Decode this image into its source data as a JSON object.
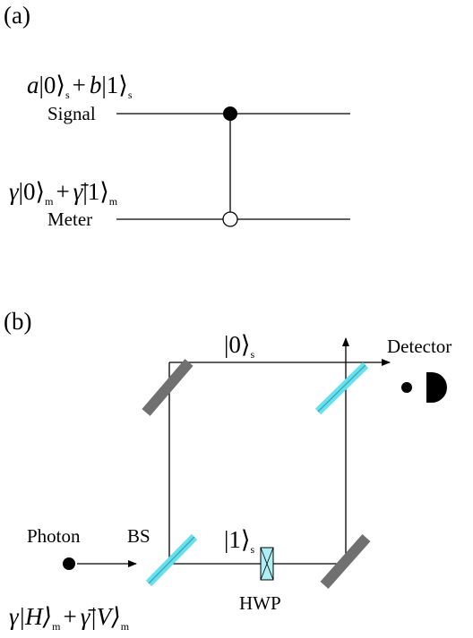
{
  "panel_a": {
    "label": "(a)",
    "signal_state": {
      "a": "a",
      "ket0": "|0⟩",
      "plus": "+",
      "b": "b",
      "ket1": "|1⟩",
      "sub": "s"
    },
    "signal_label": "Signal",
    "meter_state": {
      "gamma": "γ",
      "ket0": "|0⟩",
      "plus": "+",
      "gamma_bar": "γ̄",
      "ket1": "|1⟩",
      "sub": "m"
    },
    "meter_label": "Meter"
  },
  "panel_b": {
    "label": "(b)",
    "detector_label": "Detector",
    "upper_path": {
      "ket": "|0⟩",
      "sub": "s"
    },
    "lower_path": {
      "ket": "|1⟩",
      "sub": "s"
    },
    "source_label": "Photon",
    "bs_label": "BS",
    "hwp_label": "HWP",
    "input_state": {
      "gamma": "γ",
      "ketH": "|H⟩",
      "plus": "+",
      "gamma_bar": "γ̄",
      "ketV": "|V⟩",
      "sub": "m"
    }
  },
  "colors": {
    "beam_splitter": "#66e0ee",
    "mirror": "#6f6f6f",
    "line": "#000000"
  }
}
